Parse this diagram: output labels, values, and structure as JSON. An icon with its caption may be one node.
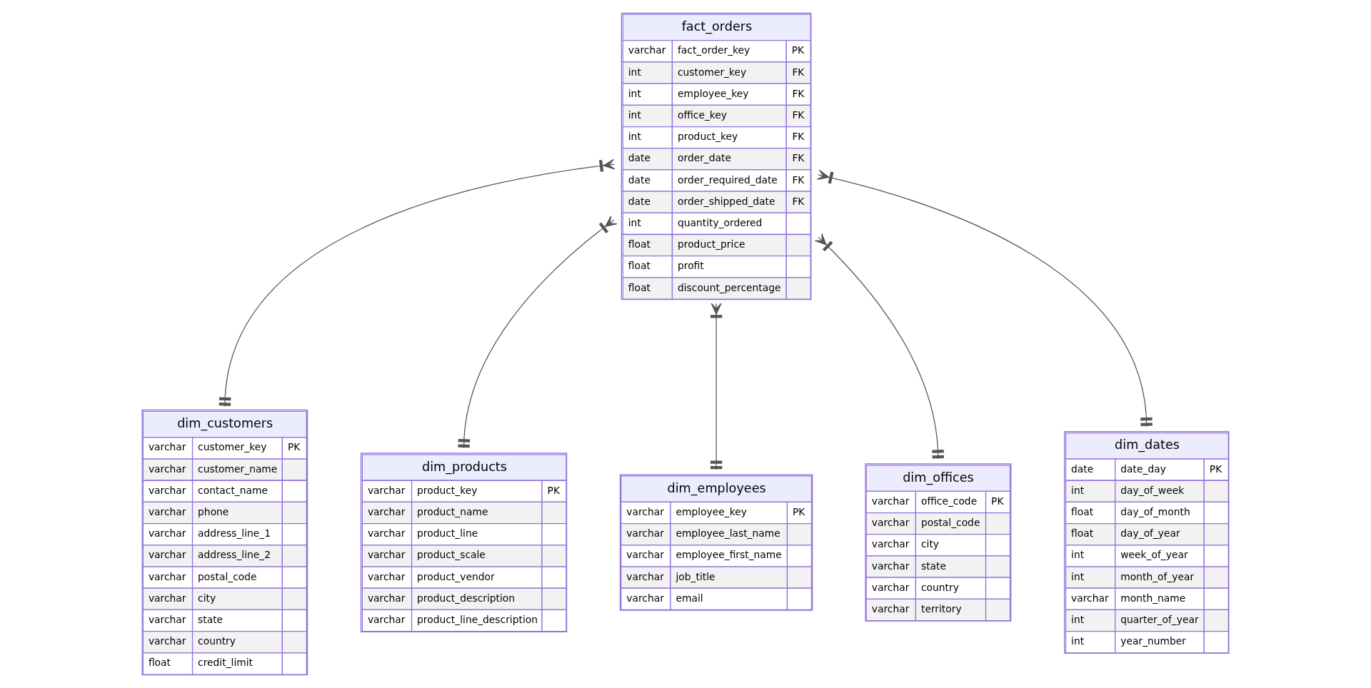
{
  "diagram": {
    "nodes": [
      {
        "text": [
          "fact_orders",
          "varchar fact_order_key PK",
          "int customer_key FK",
          "int employee_key FK",
          "int office_key FK",
          "int product_key FK",
          "date order_date FK",
          "date order_required_date FK",
          "date order_shipped_date FK",
          "int quantity_ordered",
          "float product_price",
          "float profit",
          "float discount_percentage"
        ]
      },
      {
        "text": [
          "dim_customers",
          "varchar customer_key PK",
          "varchar customer_name",
          "varchar contact_name",
          "varchar phone",
          "varchar address_line_1",
          "varchar address_line_2",
          "varchar postal_code",
          "varchar city",
          "varchar state",
          "varchar country",
          "float credit_limit"
        ]
      },
      {
        "text": [
          "dim_products",
          "varchar product_key PK",
          "varchar product_name",
          "varchar product_line",
          "varchar product_scale",
          "varchar product_vendor",
          "varchar product_description",
          "varchar product_line_description"
        ]
      },
      {
        "text": [
          "dim_employees",
          "varchar employee_key PK",
          "varchar employee_last_name",
          "varchar employee_first_name",
          "varchar job_title",
          "varchar email"
        ]
      },
      {
        "text": [
          "dim_offices",
          "varchar office_code PK",
          "varchar postal_code",
          "varchar city",
          "varchar state",
          "varchar country",
          "varchar territory"
        ]
      },
      {
        "text": [
          "dim_dates",
          "date date_day PK",
          "int day_of_week",
          "float day_of_month",
          "float day_of_year",
          "int week_of_year",
          "int month_of_year",
          "varchar month_name",
          "int quarter_of_year",
          "int year_number"
        ]
      }
    ],
    "edges": [
      {
        "from": 0,
        "to": 1,
        "arrow": "other"
      },
      {
        "from": 0,
        "to": 2,
        "arrow": "other"
      },
      {
        "from": 0,
        "to": 3,
        "arrow": "other"
      },
      {
        "from": 0,
        "to": 4,
        "arrow": "other"
      },
      {
        "from": 0,
        "to": 5,
        "arrow": "other"
      }
    ]
  }
}
